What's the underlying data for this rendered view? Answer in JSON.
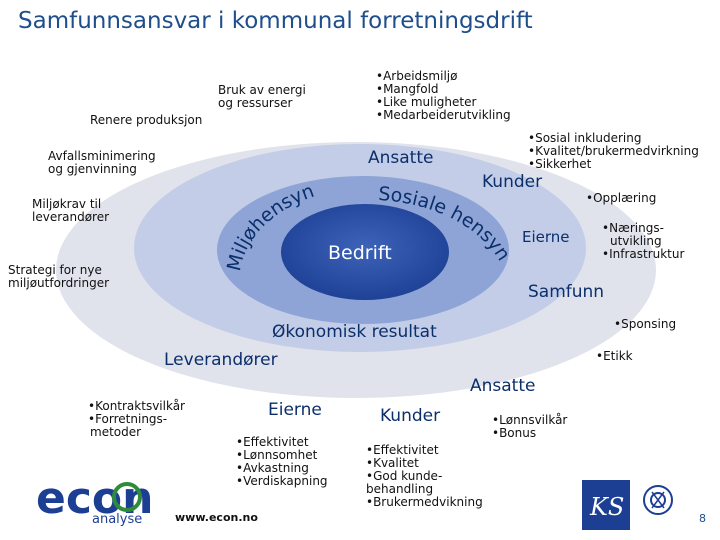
{
  "title": "Samfunnsansvar i kommunal forretningsdrift",
  "center": "Bedrift",
  "ring_labels": {
    "sosiale": "Sosiale hensyn",
    "miljo": "Miljøhensyn",
    "okonomisk": "Økonomisk resultat"
  },
  "stakeholders": {
    "ansatte_top": "Ansatte",
    "kunder_top": "Kunder",
    "eierne_top": "Eierne",
    "samfunn": "Samfunn",
    "leverandorer": "Leverandører",
    "ansatte_bottom": "Ansatte",
    "eierne_bottom": "Eierne",
    "kunder_bottom": "Kunder"
  },
  "left_items": {
    "renere": "Renere produksjon",
    "bruk": [
      "Bruk av energi",
      "og ressurser"
    ],
    "avfall": [
      "Avfallsminimering",
      "og gjenvinning"
    ],
    "miljokrav": [
      "Miljøkrav til",
      "leverandører"
    ],
    "strategi": [
      "Strategi for nye",
      "miljøutfordringer"
    ]
  },
  "bullets": {
    "ansatte_top": [
      "Arbeidsmiljø",
      "Mangfold",
      "Like muligheter",
      "Medarbeiderutvikling"
    ],
    "kunder_top": [
      "Sosial inkludering",
      "Kvalitet/brukermedvirkning",
      "Sikkerhet"
    ],
    "eierne_top": [
      "Opplæring"
    ],
    "samfunn": [
      "Nærings-",
      "utvikling",
      "Infrastruktur"
    ],
    "sponsing": [
      "Sponsing"
    ],
    "etikk": [
      "Etikk"
    ],
    "leverandorer": [
      "Kontraktsvilkår",
      "Forretnings-",
      "metoder"
    ],
    "eierne_bottom": [
      "Effektivitet",
      "Lønnsomhet",
      "Avkastning",
      "Verdiskapning"
    ],
    "kunder_bottom": [
      "Effektivitet",
      "Kvalitet",
      "God kunde-",
      "behandling",
      "Brukermedvikning"
    ],
    "ansatte_bottom": [
      "Lønnsvilkår",
      "Bonus"
    ]
  },
  "footer": {
    "logo": "econ",
    "logo_sub": "analyse",
    "url": "www.econ.no",
    "ks": "KS",
    "page": "8"
  },
  "colors": {
    "outer_ring": "#e0e3ec",
    "middle_ring": "#bcc8e4",
    "inner_ring": "#8ea4d6",
    "core": "#1c3f94",
    "accent": "#1f4e8c"
  }
}
